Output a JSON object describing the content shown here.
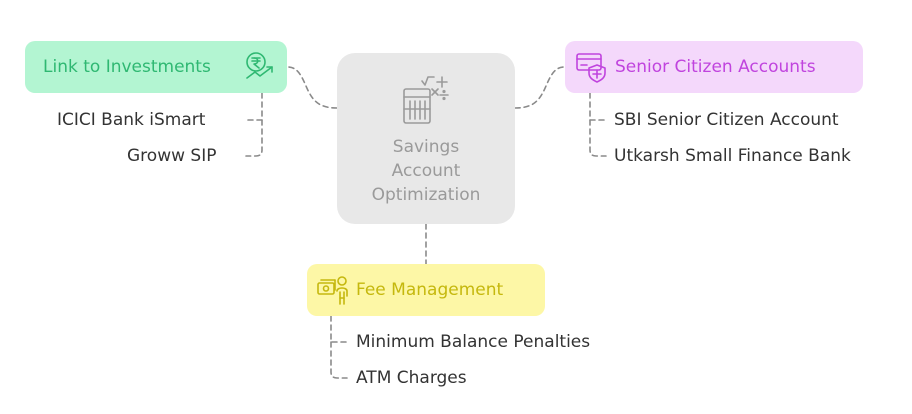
{
  "center": {
    "title_lines": [
      "Savings",
      "Account",
      "Optimization"
    ],
    "icon": "calculator-icon"
  },
  "branches": {
    "investments": {
      "label": "Link to Investments",
      "icon": "rupee-growth-icon",
      "color": "#2fb872",
      "fill": "#b3f5d2",
      "leaves": [
        "ICICI Bank iSmart",
        "Groww SIP"
      ]
    },
    "senior": {
      "label": "Senior Citizen Accounts",
      "icon": "card-shield-icon",
      "color": "#c044de",
      "fill": "#f4d8fb",
      "leaves": [
        "SBI Senior Citizen Account",
        "Utkarsh Small Finance Bank"
      ]
    },
    "fee": {
      "label": "Fee Management",
      "icon": "money-person-icon",
      "color": "#c5b80e",
      "fill": "#fdf7a6",
      "leaves": [
        "Minimum Balance Penalties",
        "ATM Charges"
      ]
    }
  }
}
